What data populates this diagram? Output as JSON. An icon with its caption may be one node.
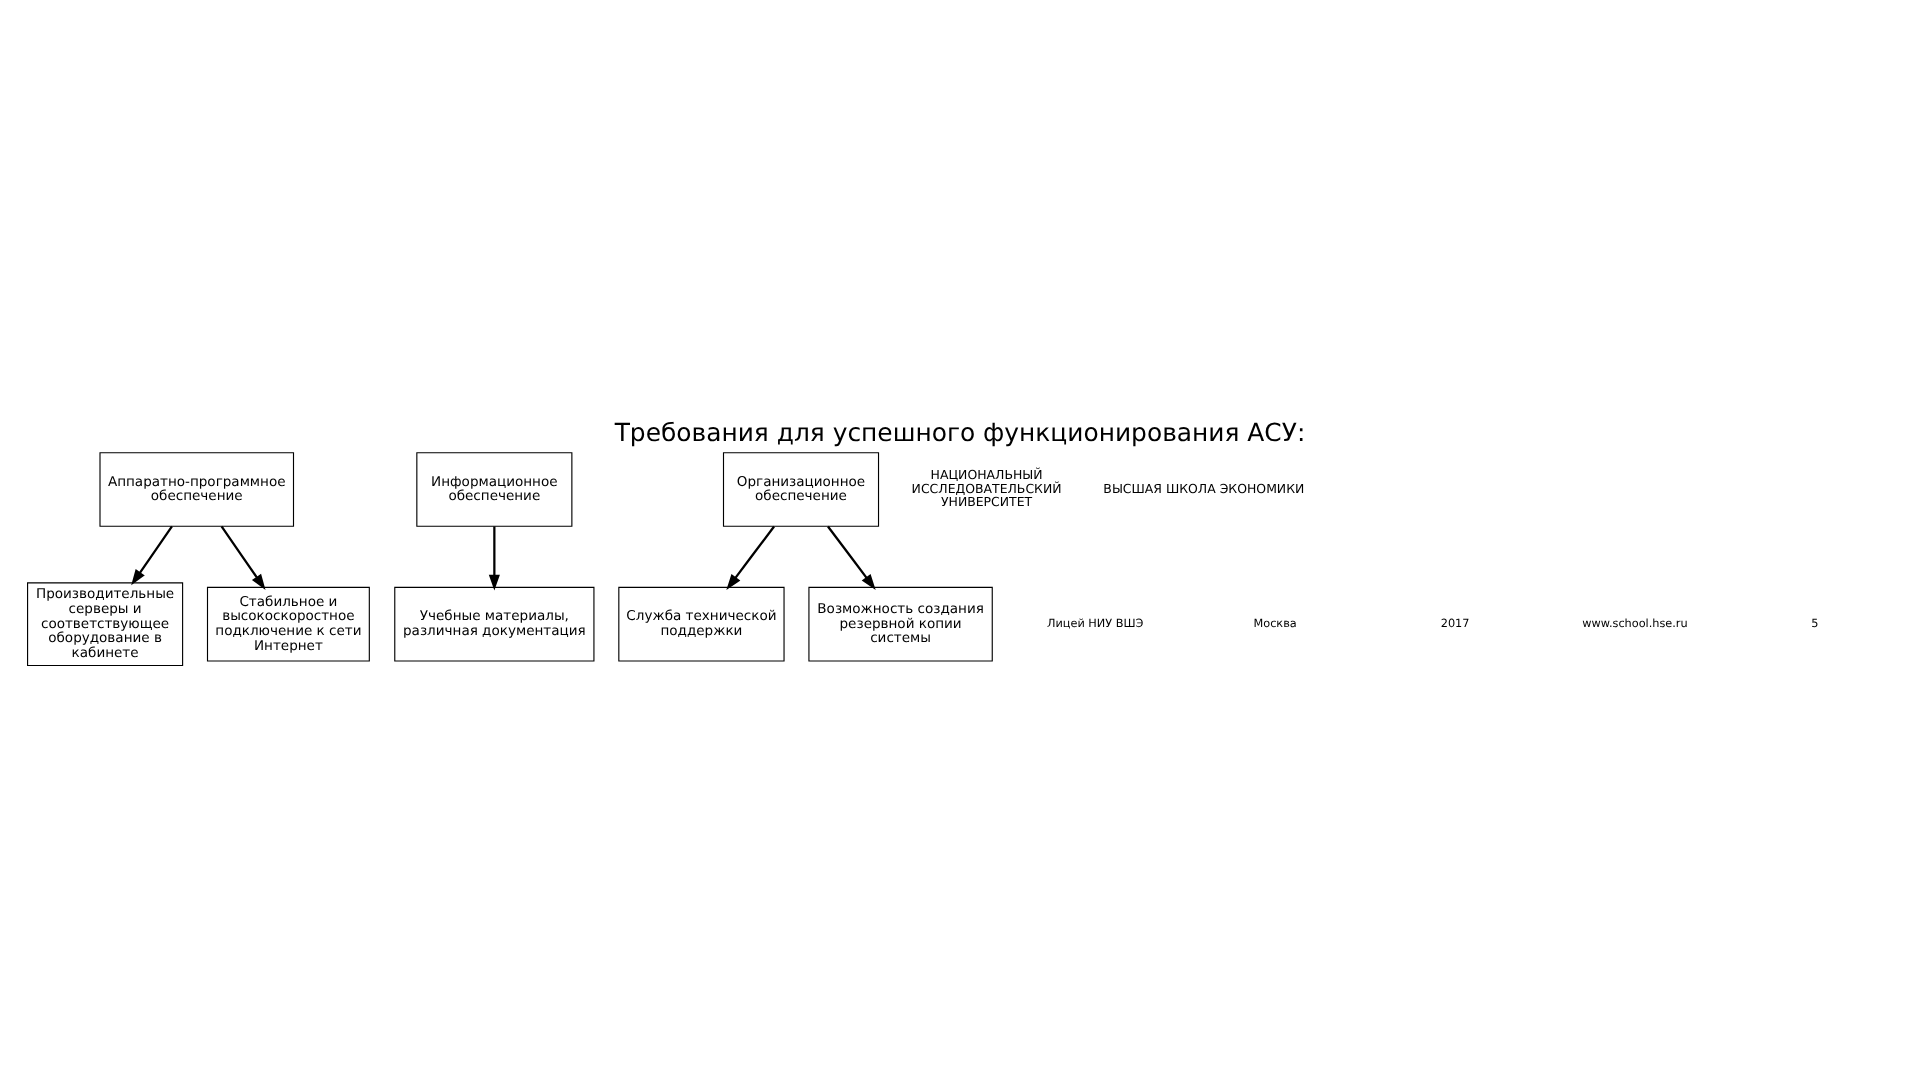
{
  "diagram": {
    "title": "Требования для успешного функционирования АСУ:",
    "nodes": [
      {
        "text": [
          "Аппаратно-программное обеспечение"
        ]
      },
      {
        "text": [
          "Информационное обеспечение"
        ]
      },
      {
        "text": [
          "Организационное обеспечение"
        ]
      },
      {
        "text": [
          "Производительные серверы и соответствующее оборудование в кабинете"
        ]
      },
      {
        "text": [
          "Стабильное и высокоскоростное подключение к сети Интернет"
        ]
      },
      {
        "text": [
          "Учебные материалы, различная документация"
        ]
      },
      {
        "text": [
          "Служба технической поддержки"
        ]
      },
      {
        "text": [
          "Возможность создания резервной копии системы"
        ]
      }
    ],
    "edges": [
      {
        "from": 0,
        "to": 3,
        "arrow": "to"
      },
      {
        "from": 0,
        "to": 4,
        "arrow": "to"
      },
      {
        "from": 1,
        "to": 5,
        "arrow": "to"
      },
      {
        "from": 2,
        "to": 6,
        "arrow": "to"
      },
      {
        "from": 2,
        "to": 7,
        "arrow": "to"
      }
    ],
    "labels": [
      "НАЦИОНАЛЬНЫЙ ИССЛЕДОВАТЕЛЬСКИЙ УНИВЕРСИТЕТ",
      "ВЫСШАЯ ШКОЛА ЭКОНОМИКИ",
      "Лицей НИУ ВШЭ",
      "Москва",
      "2017",
      "www.school.hse.ru",
      "5"
    ]
  }
}
